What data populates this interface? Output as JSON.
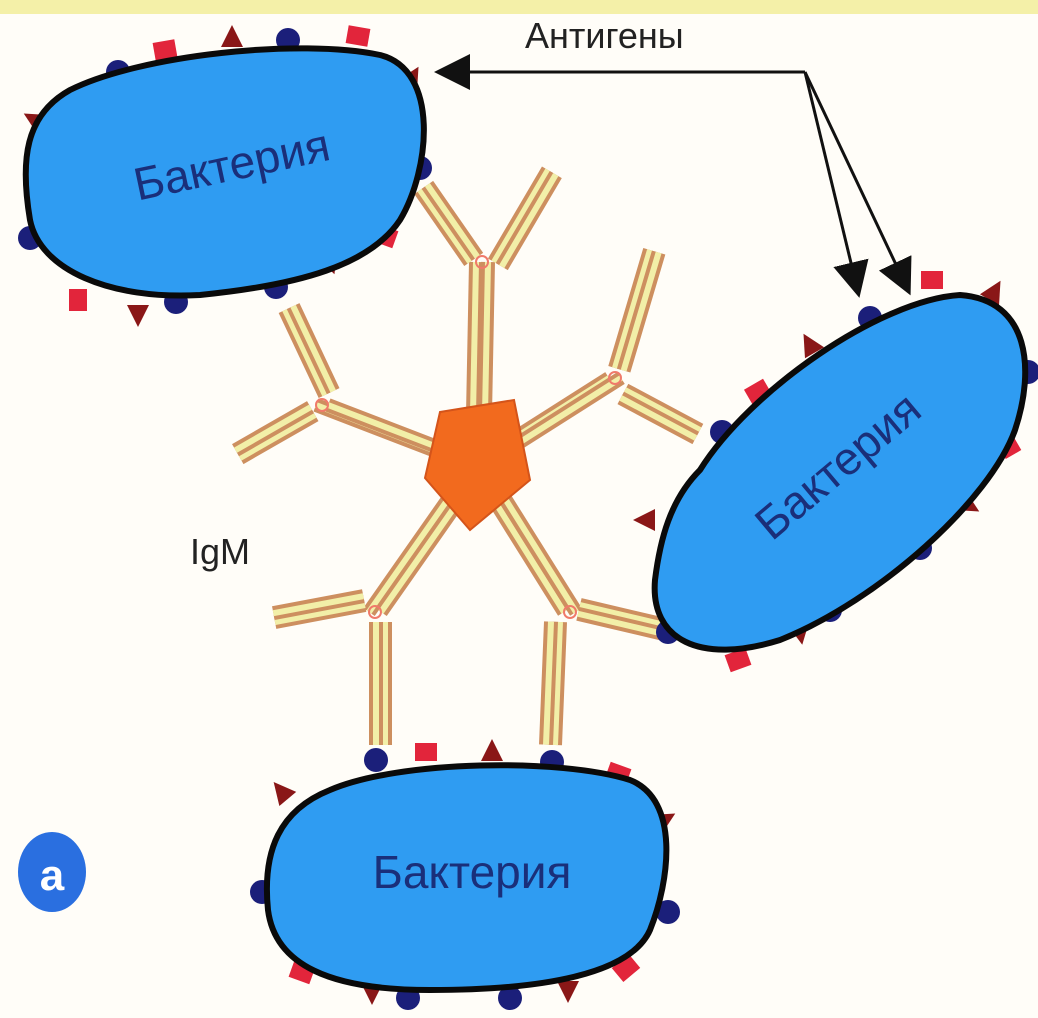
{
  "title_label": "Антигены",
  "antibody_label": "IgM",
  "panel_letter": "а",
  "bacteria": [
    {
      "label": "Бактерия"
    },
    {
      "label": "Бактерия"
    },
    {
      "label": "Бактерия"
    }
  ],
  "colors": {
    "background": "#fffdf8",
    "top_band": "#f4f0a8",
    "bacterium_fill": "#2f9cf2",
    "bacterium_outline": "#0a0a0a",
    "bacterium_text": "#1a2f7a",
    "antibody_outer": "#cd8f5f",
    "antibody_inner": "#f2efa8",
    "hinge": "#f07a6a",
    "core": "#f26a1e",
    "antigen_circle": "#1b1f7a",
    "antigen_square": "#e2253b",
    "antigen_triangle": "#8a1717",
    "badge": "#2a6fe0"
  }
}
